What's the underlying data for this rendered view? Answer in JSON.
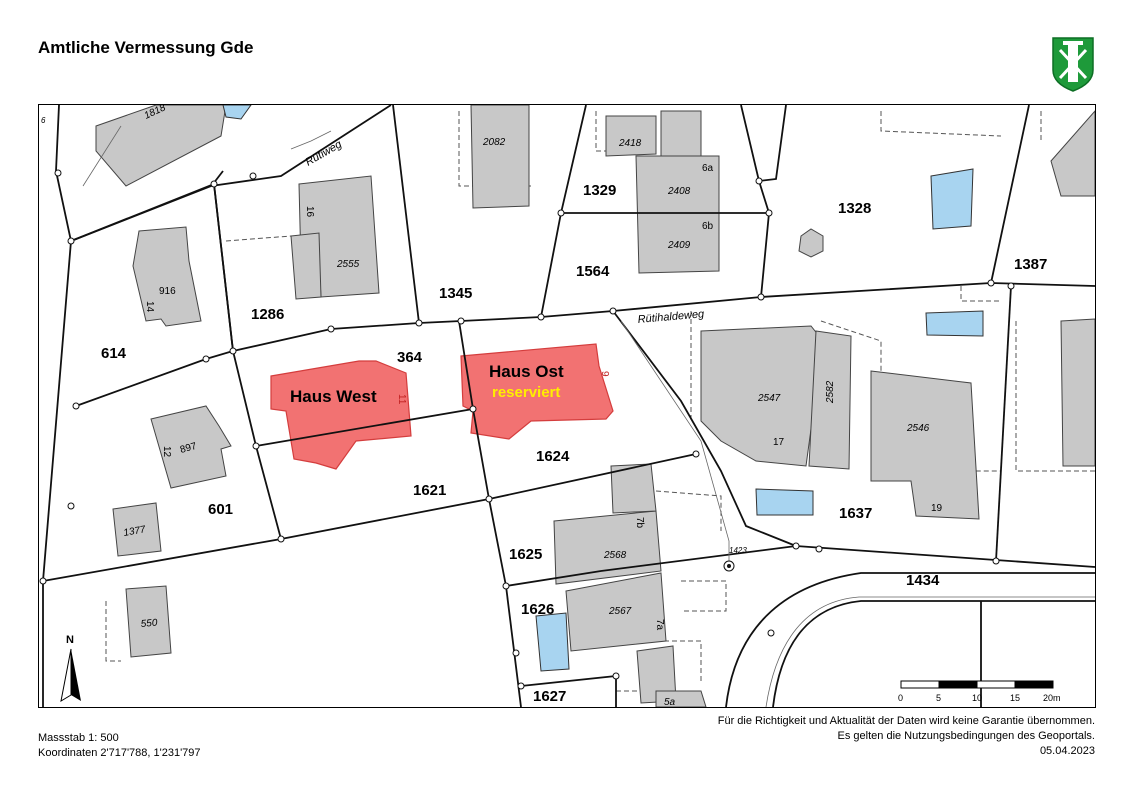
{
  "header": {
    "title": "Amtliche Vermessung Gde"
  },
  "map": {
    "parcels": [
      "1818",
      "1286",
      "614",
      "364",
      "1345",
      "1329",
      "1564",
      "1328",
      "1387",
      "601",
      "1621",
      "1624",
      "1625",
      "1626",
      "1627",
      "1637",
      "1434",
      "1423"
    ],
    "buildings": [
      "2082",
      "2418",
      "2408",
      "2409",
      "2555",
      "916",
      "897",
      "1377",
      "550",
      "2547",
      "2546",
      "2568",
      "2567",
      "2582",
      "5a"
    ],
    "house_numbers": [
      "16",
      "14",
      "12",
      "6a",
      "6b",
      "17",
      "19",
      "7b",
      "7a",
      "11",
      "9",
      "6"
    ],
    "streets": [
      "Rütiweg",
      "Rütihaldeweg"
    ],
    "highlight_west": {
      "name": "Haus West",
      "color": "#f07070"
    },
    "highlight_east": {
      "name": "Haus Ost",
      "status": "reserviert",
      "color": "#f07070",
      "status_color": "#ffee00"
    },
    "north_label": "N",
    "scalebar": {
      "ticks": [
        "0",
        "5",
        "10",
        "15",
        "20m"
      ]
    }
  },
  "footer": {
    "scale": "Massstab 1: 500",
    "coordinates": "Koordinaten 2'717'788, 1'231'797",
    "disclaimer": "Für die Richtigkeit und Aktualität der Daten wird keine Garantie übernommen.",
    "terms": "Es gelten die Nutzungsbedingungen des Geoportals.",
    "date": "05.04.2023"
  }
}
